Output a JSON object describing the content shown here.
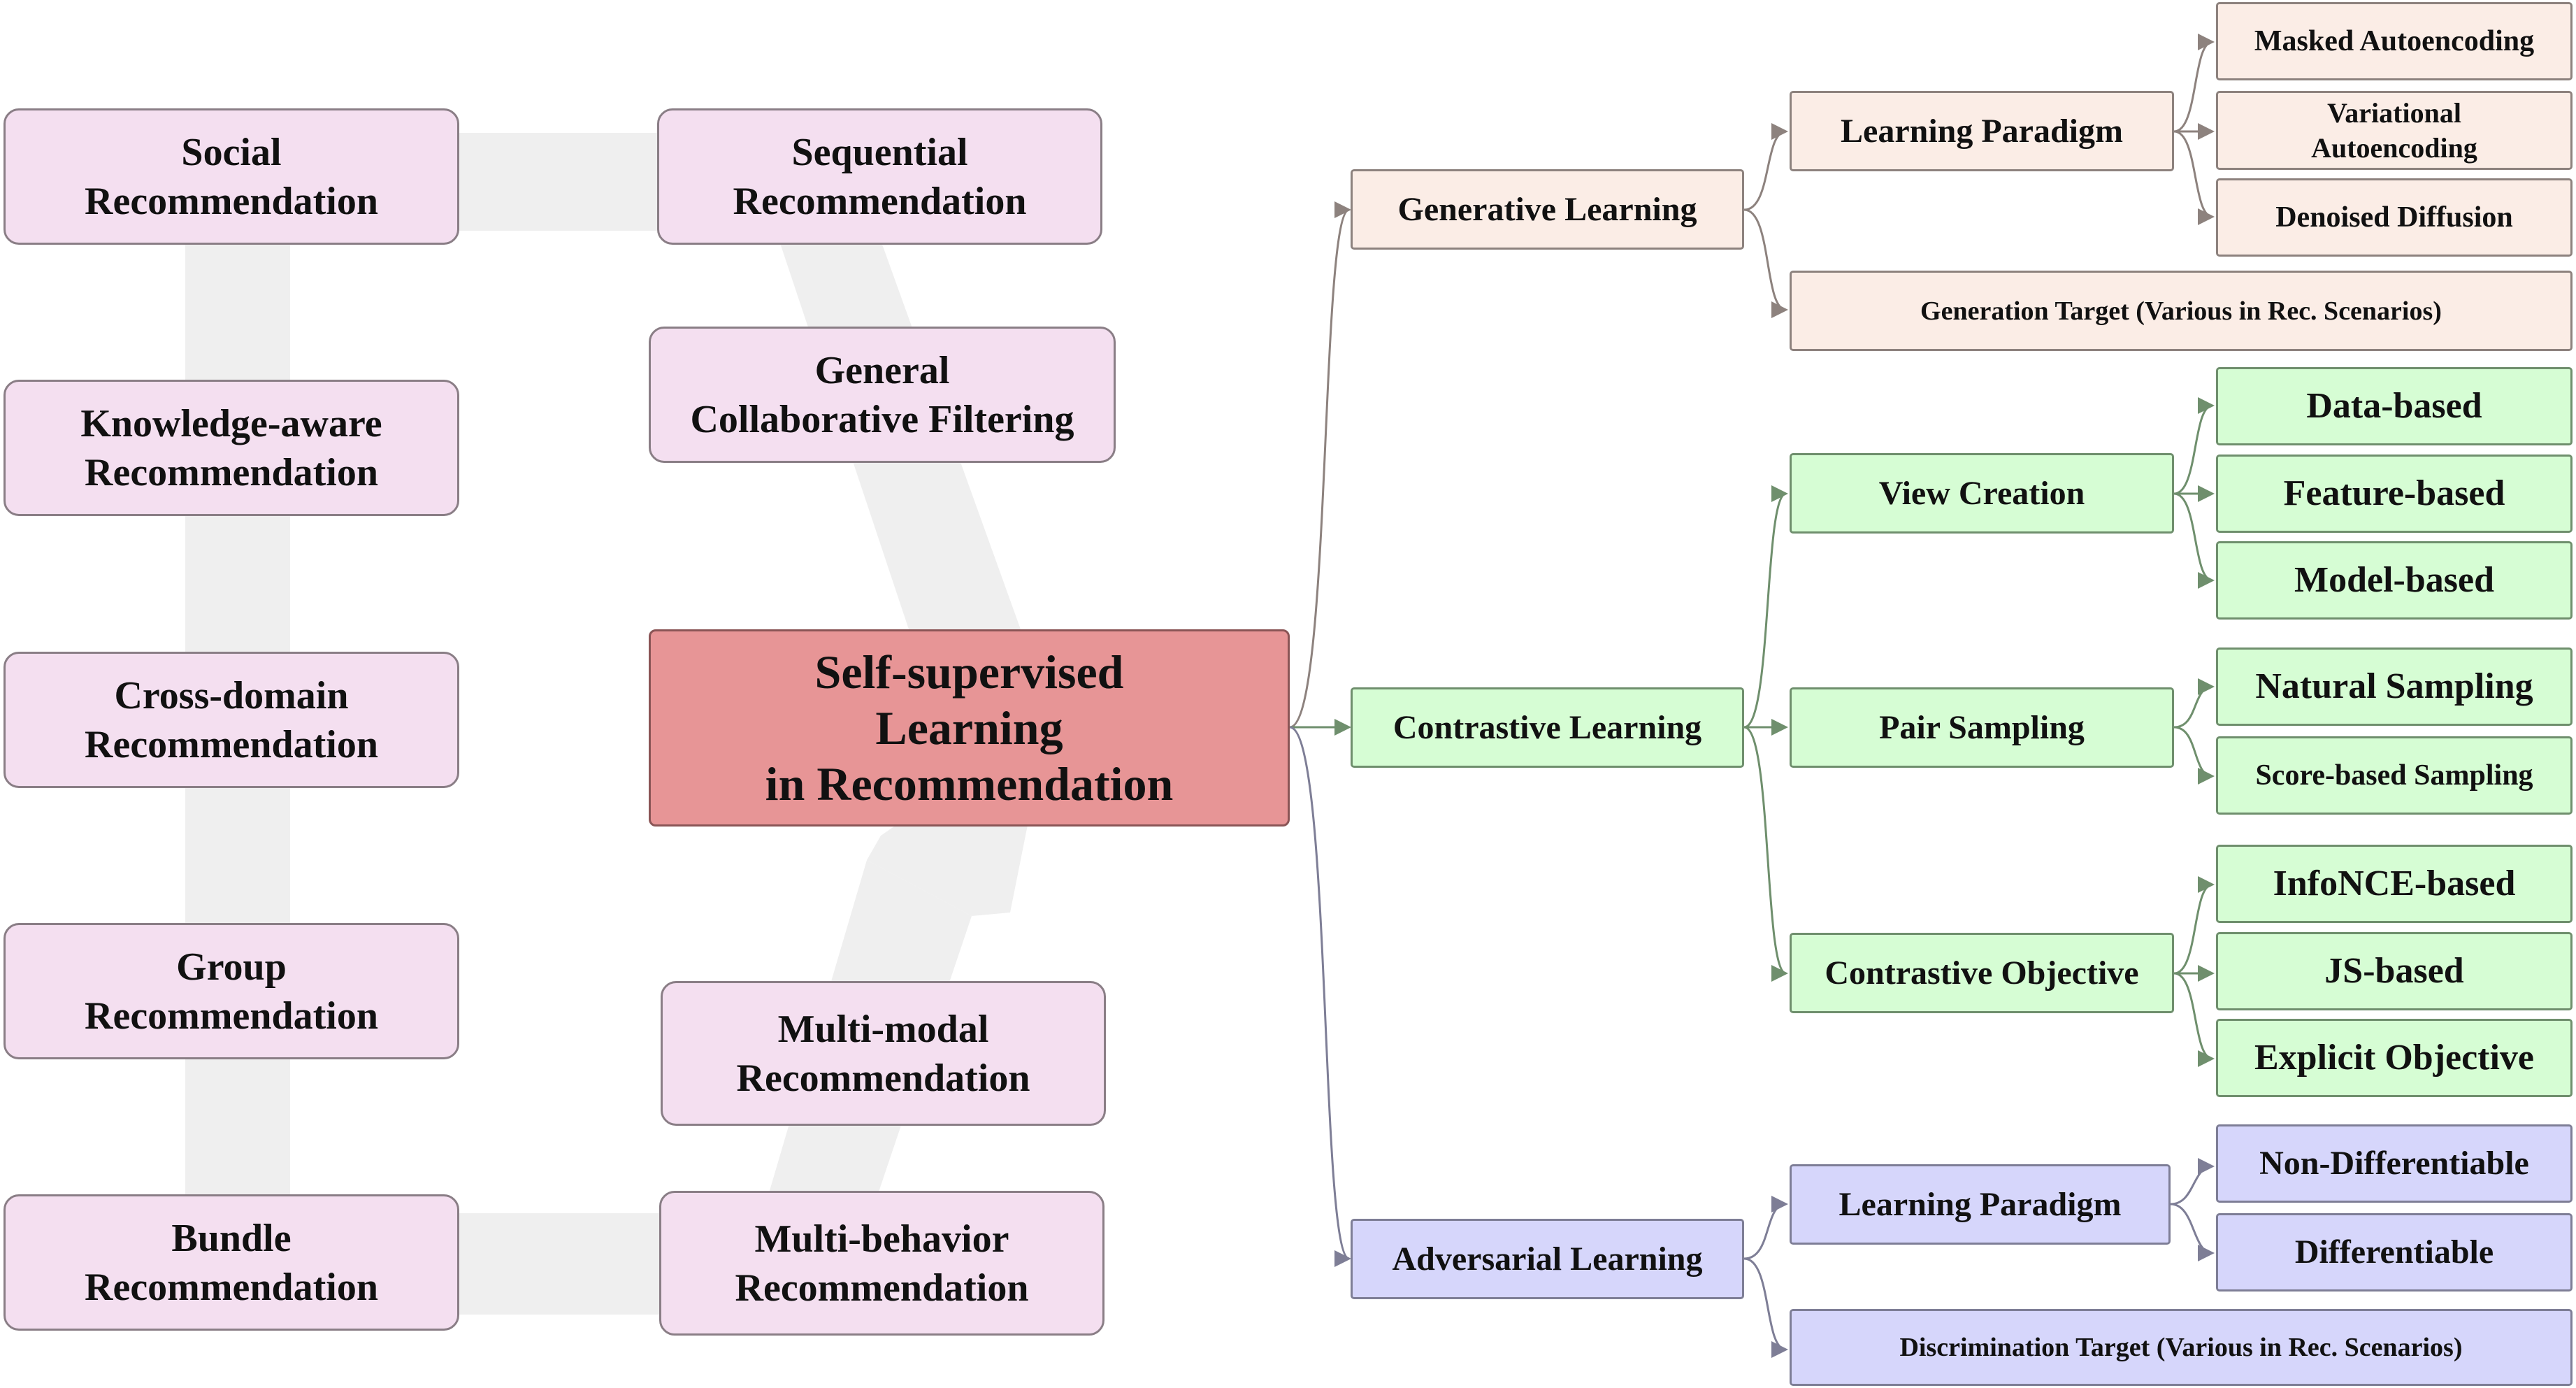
{
  "root": {
    "label": "Self-supervised\nLearning\nin Recommendation"
  },
  "scenarios": {
    "social": "Social\nRecommendation",
    "knowledge": "Knowledge-aware\nRecommendation",
    "cross_domain": "Cross-domain\nRecommendation",
    "group": "Group\nRecommendation",
    "bundle": "Bundle\nRecommendation",
    "sequential": "Sequential\nRecommendation",
    "general_cf": "General\nCollaborative Filtering",
    "multi_modal": "Multi-modal\nRecommendation",
    "multi_behavior": "Multi-behavior\nRecommendation"
  },
  "generative": {
    "label": "Generative Learning",
    "paradigm": "Learning Paradigm",
    "masked": "Masked Autoencoding",
    "variational": "Variational\nAutoencoding",
    "diffusion": "Denoised Diffusion",
    "target": "Generation Target (Various in Rec. Scenarios)"
  },
  "contrastive": {
    "label": "Contrastive Learning",
    "view_creation": "View Creation",
    "data_based": "Data-based",
    "feature_based": "Feature-based",
    "model_based": "Model-based",
    "pair_sampling": "Pair Sampling",
    "natural_sampling": "Natural Sampling",
    "score_sampling": "Score-based Sampling",
    "objective": "Contrastive Objective",
    "infonce": "InfoNCE-based",
    "js": "JS-based",
    "explicit": "Explicit Objective"
  },
  "adversarial": {
    "label": "Adversarial Learning",
    "paradigm": "Learning Paradigm",
    "non_diff": "Non-Differentiable",
    "diff": "Differentiable",
    "target": "Discrimination Target (Various in Rec. Scenarios)"
  },
  "colors": {
    "scenario_fill": "#f4dff0",
    "root_fill": "#e79596",
    "generative_fill": "#fbede6",
    "contrastive_fill": "#d6fdd4",
    "adversarial_fill": "#d6d6fb",
    "band": "#efefef",
    "generative_line": "#8d827e",
    "contrastive_line": "#6f8f6d",
    "adversarial_line": "#7e7e96"
  }
}
